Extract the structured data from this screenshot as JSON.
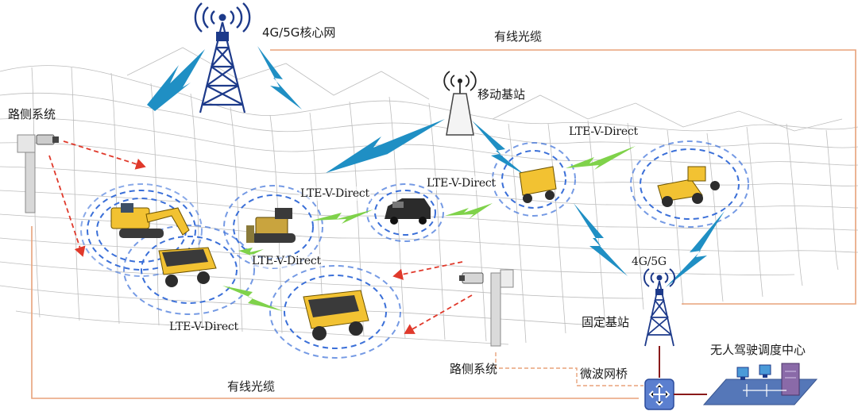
{
  "labels": {
    "core_network": "4G/5G核心网",
    "wired_cable_top": "有线光缆",
    "mobile_base_station": "移动基站",
    "roadside_system_left": "路侧系统",
    "roadside_system_center": "路侧系统",
    "lte_v_direct": "LTE-V-Direct",
    "link_4g5g": "4G/5G",
    "fixed_base_station": "固定基站",
    "dispatch_center": "无人驾驶调度中心",
    "microwave_bridge": "微波网桥",
    "wired_cable_bottom": "有线光缆"
  },
  "colors": {
    "terrain_mesh": "#b9b9b9",
    "cable": "#e8a27a",
    "lightning": "#1f8fc4",
    "lightning_green": "#7fd24a",
    "signal_ring": "#3a6fd8",
    "red_arrow": "#e0392b",
    "vehicle_yellow": "#f2c232",
    "tower": "#1d3a8a"
  }
}
